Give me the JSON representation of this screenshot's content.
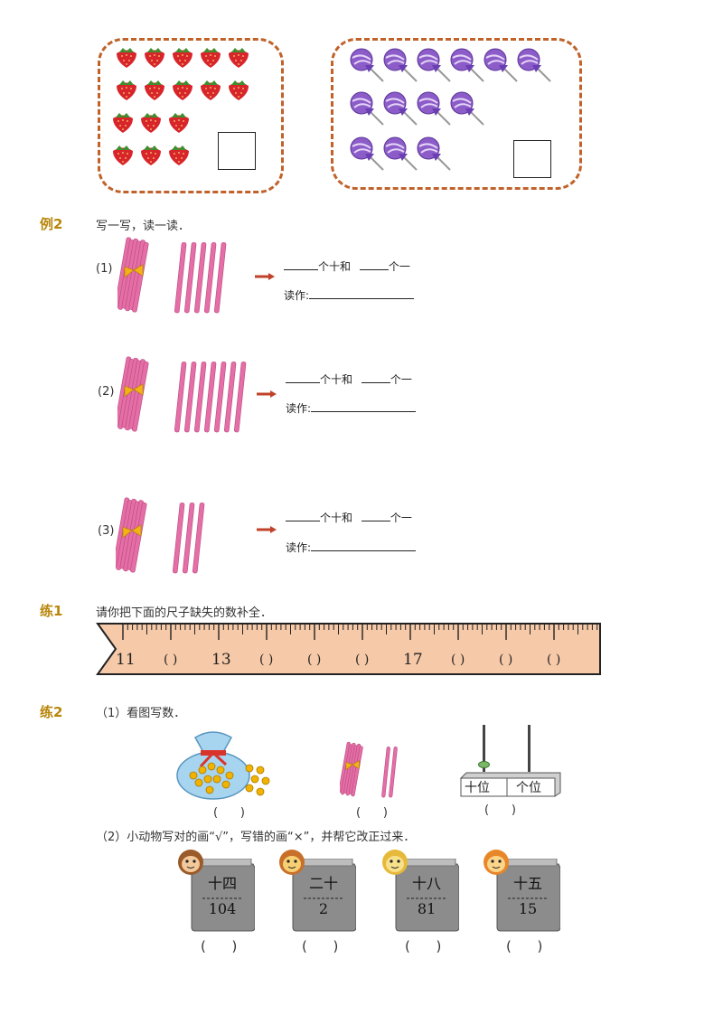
{
  "colors": {
    "accent": "#b8860b",
    "frame": "#c0622a",
    "stick": "#e46ea5",
    "arrow": "#c0422a",
    "ruler": "#f6c9a8",
    "card": "#8c8c8c"
  },
  "counting": {
    "strawberry_rows": [
      5,
      5,
      3,
      3
    ],
    "lollipop_rows": [
      6,
      4,
      3
    ]
  },
  "example2": {
    "label": "例2",
    "instruction": "写一写，读一读．",
    "items": [
      {
        "num": "(1)",
        "bundles": 1,
        "loose": 5,
        "tens_text": "个十和",
        "ones_text": "个一",
        "read_text": "读作:"
      },
      {
        "num": "(2)",
        "bundles": 1,
        "loose": 7,
        "tens_text": "个十和",
        "ones_text": "个一",
        "read_text": "读作:"
      },
      {
        "num": "(3)",
        "bundles": 1,
        "loose": 3,
        "tens_text": "个十和",
        "ones_text": "个一",
        "read_text": "读作:"
      }
    ]
  },
  "practice1": {
    "label": "练1",
    "instruction": "请你把下面的尺子缺失的数补全．",
    "ruler_marks": [
      "11",
      "( )",
      "13",
      "( )",
      "( )",
      "( )",
      "17",
      "( )",
      "( )",
      "( )"
    ]
  },
  "practice2": {
    "label": "练2",
    "part1": "（1）看图写数．",
    "part1_answers": [
      "(      )",
      "(      )",
      "(      )"
    ],
    "place_tens": "十位",
    "place_ones": "个位",
    "part2": "（2）小动物写对的画“√”，写错的画“×”，并帮它改正过来．",
    "cards": [
      {
        "animal": "monkey",
        "top": "十四",
        "bottom": "104",
        "answer": "(      )"
      },
      {
        "animal": "lion",
        "top": "二十",
        "bottom": "2",
        "answer": "(      )"
      },
      {
        "animal": "cat",
        "top": "十八",
        "bottom": "81",
        "answer": "(      )"
      },
      {
        "animal": "tiger",
        "top": "十五",
        "bottom": "15",
        "answer": "(      )"
      }
    ]
  }
}
